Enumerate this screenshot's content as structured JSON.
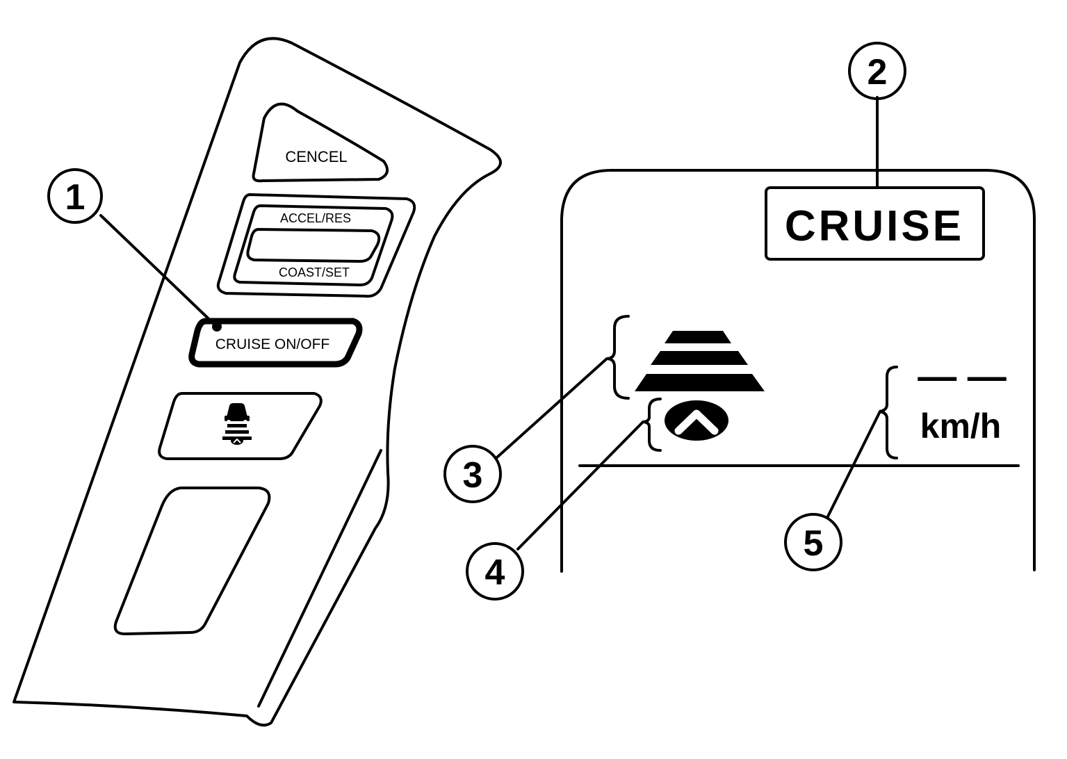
{
  "switch_panel": {
    "cancel_label": "CENCEL",
    "accel_res_label": "ACCEL/RES",
    "coast_set_label": "COAST/SET",
    "cruise_onoff_label": "CRUISE ON/OFF",
    "distance_button_icon": "vehicle-distance-icon"
  },
  "meter_display": {
    "cruise_indicator_label": "CRUISE",
    "speed_dashes": "— —",
    "speed_unit": "km/h",
    "distance_bars_icon": "distance-bars-icon",
    "set_vehicle_icon": "chevron-up-oval-icon"
  },
  "callouts": [
    "1",
    "2",
    "3",
    "4",
    "5"
  ]
}
